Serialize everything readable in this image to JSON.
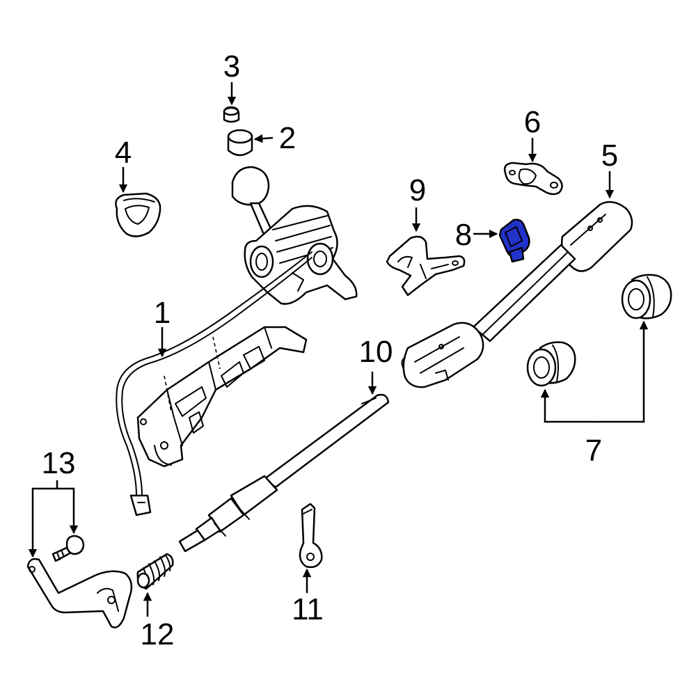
{
  "diagram": {
    "highlight_color": "#2233cc",
    "callouts": {
      "c1": "1",
      "c2": "2",
      "c3": "3",
      "c4": "4",
      "c5": "5",
      "c6": "6",
      "c7": "7",
      "c8": "8",
      "c9": "9",
      "c10": "10",
      "c11": "11",
      "c12": "12",
      "c13": "13"
    }
  }
}
